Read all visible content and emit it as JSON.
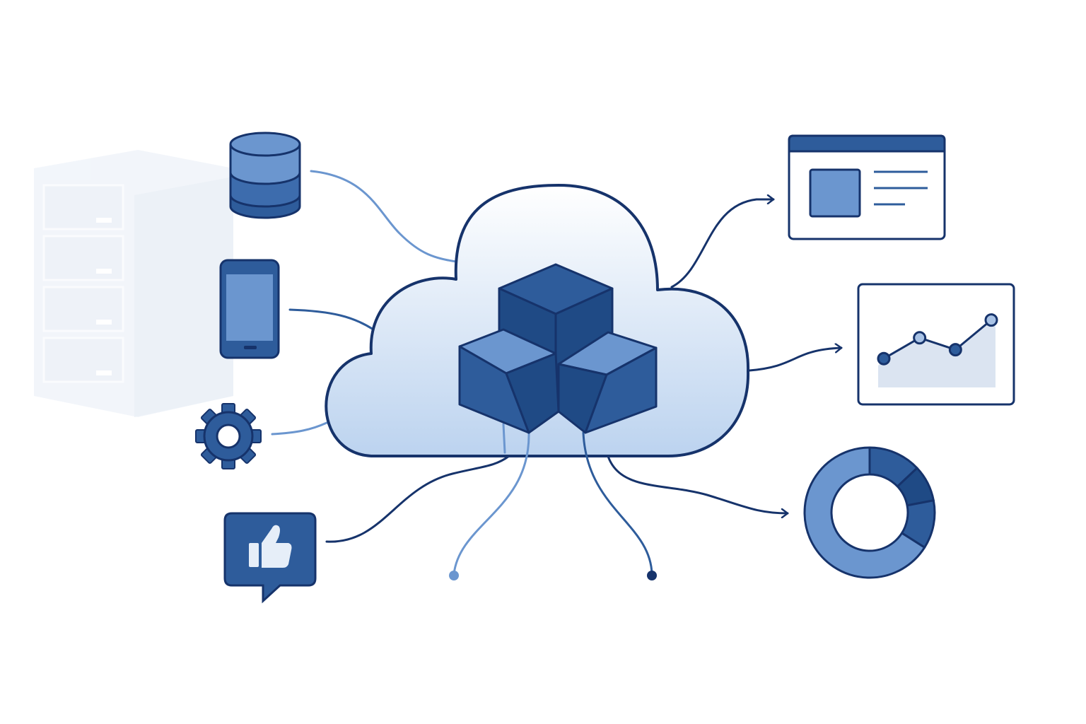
{
  "colors": {
    "outline": "#16336b",
    "dark": "#1f4a85",
    "mid": "#2e5c9b",
    "light": "#6b96cf",
    "pale": "#a9c3e6",
    "cloud_top": "#ffffff",
    "cloud_bottom": "#bcd3ef",
    "ghost": "#e8eef7",
    "chart_fill": "#dbe4f1"
  },
  "diagram": {
    "center": {
      "name": "cloud-platform",
      "icon": "cubes-icon"
    },
    "inputs": [
      {
        "name": "database",
        "icon": "database-icon"
      },
      {
        "name": "mobile-device",
        "icon": "smartphone-icon"
      },
      {
        "name": "settings",
        "icon": "gear-icon"
      },
      {
        "name": "social-feedback",
        "icon": "thumbs-up-icon"
      }
    ],
    "outputs": [
      {
        "name": "web-dashboard",
        "icon": "browser-window-icon"
      },
      {
        "name": "line-chart",
        "icon": "line-chart-icon"
      },
      {
        "name": "donut-chart",
        "icon": "donut-chart-icon"
      }
    ],
    "background": {
      "name": "server-rack",
      "icon": "server-rack-icon"
    }
  },
  "line_chart": {
    "values": [
      0.2,
      0.55,
      0.35,
      0.85
    ]
  },
  "donut_chart": {
    "segments": [
      0.13,
      0.09,
      0.12,
      0.66
    ]
  }
}
